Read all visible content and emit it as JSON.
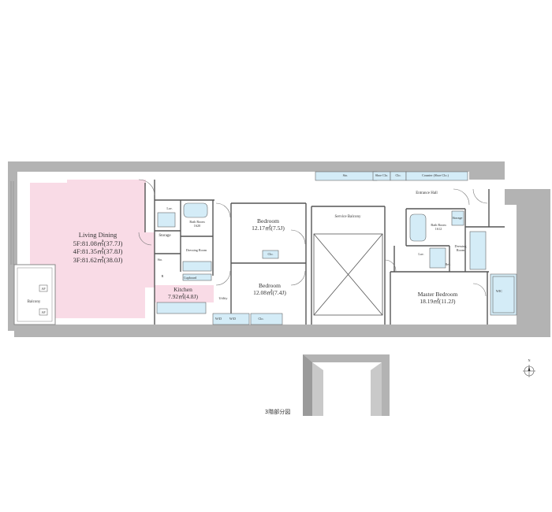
{
  "rooms": {
    "living": {
      "label": "Living Dining",
      "area_5f": "5F:81.08㎡(37.7J)",
      "area_4f": "4F:81.35㎡(37.8J)",
      "area_3f": "3F:81.62㎡(38.0J)"
    },
    "kitchen": {
      "label": "Kitchen",
      "area": "7.92㎡(4.8J)"
    },
    "bedroom1": {
      "label": "Bedroom",
      "area": "12.17㎡(7.5J)"
    },
    "bedroom2": {
      "label": "Bedroom",
      "area": "12.08㎡(7.4J)"
    },
    "master": {
      "label": "Master Bedroom",
      "area": "18.19㎡(11.2J)"
    },
    "balcony": "Balcony",
    "service_balcony": "Service Balcony",
    "entrance_hall": "Entrance Hall",
    "storage_left": "Storage",
    "storage_right": "Storage",
    "bath_left": {
      "label": "Bath Room",
      "size": "1620"
    },
    "bath_right": {
      "label": "Bath Room",
      "size": "1612"
    },
    "dressing_left": "Dressing Room",
    "dressing_right": "Dressing Room",
    "lav_left": "Lav.",
    "lav_right": "Lav.",
    "wic": "WIC",
    "utility": "Utility",
    "sto_small": "Sto.",
    "r_mark": "R",
    "cupboard": "Cupboard",
    "shoe_row": {
      "sto": "Sto.",
      "shoe_clo": "Shoe Clo.",
      "clo": "Clo.",
      "counter": "Counter (Shoe Clo.)"
    },
    "clo_bed1": "Clo.",
    "clo_bed2": "Clo.",
    "wd_1": "W/D",
    "wd_2": "W/D",
    "af_1": "AF",
    "af_2": "AF",
    "fridge": "Ref."
  },
  "caption_3f": "3階部分図",
  "compass_label": "N",
  "colors": {
    "living_fill": "#f9dbe6",
    "fixture_fill": "#d4ecf7",
    "wall": "#b3b3b3",
    "wall_dark": "#9a9a9a"
  }
}
